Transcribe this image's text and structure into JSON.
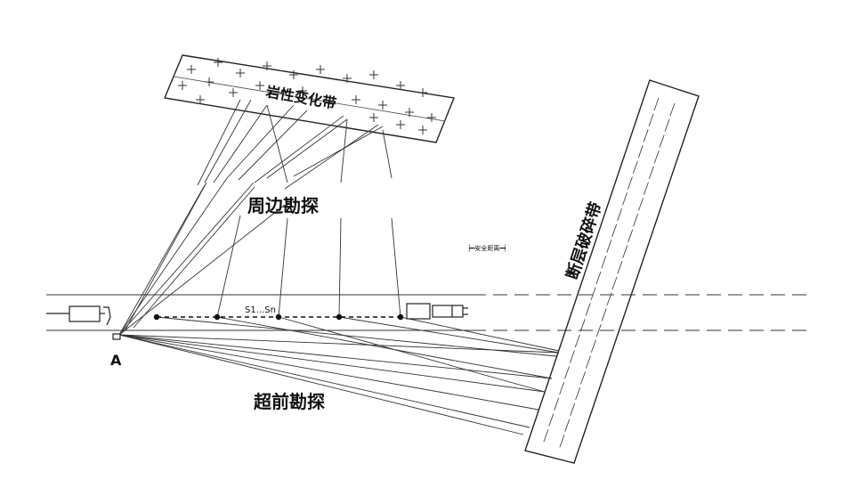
{
  "labels": {
    "rock_change_zone": "岩性变化带",
    "peripheral_exploration": "周边勘探",
    "fault_fracture_zone": "断层破碎带",
    "advance_exploration": "超前勘探",
    "point_a": "A",
    "sensor_range": "S1...Sn",
    "distance_note": "┝━安全距离━┥"
  },
  "colors": {
    "line": "#333333",
    "text": "#111111",
    "background": "#ffffff"
  }
}
